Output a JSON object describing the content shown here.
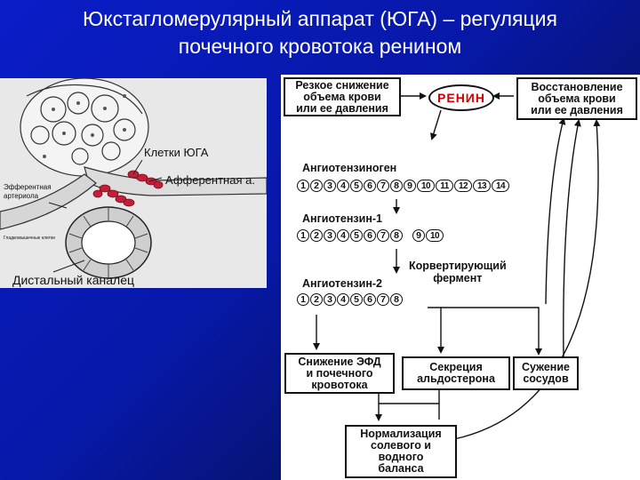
{
  "title": {
    "line1": "Юкстагломерулярный аппарат (ЮГА) – регуляция",
    "line2": "почечного кровотока ренином"
  },
  "histology": {
    "jga_cells": "Клетки ЮГА",
    "afferent": "Афферентная а.",
    "efferent_line1": "Эфферентная",
    "efferent_line2": "артериола",
    "small_caption": "Гладкомышечные клетки",
    "distal": "Дистальный каналец"
  },
  "scheme": {
    "top_left": [
      "Резкое снижение",
      "объема крови",
      "или ее давления"
    ],
    "renin": "РЕНИН",
    "top_right": [
      "Восстановление",
      "объема крови",
      "или ее давления"
    ],
    "angiotensinogen": {
      "label": "Ангиотензиноген",
      "residues": [
        "1",
        "2",
        "3",
        "4",
        "5",
        "6",
        "7",
        "8",
        "9",
        "10",
        "11",
        "12",
        "13",
        "14"
      ]
    },
    "angiotensin1": {
      "label": "Ангиотензин-1",
      "residues": [
        "1",
        "2",
        "3",
        "4",
        "5",
        "6",
        "7",
        "8",
        "9",
        "10"
      ]
    },
    "enzyme": [
      "Корвертирующий",
      "фермент"
    ],
    "angiotensin2": {
      "label": "Ангиотензин-2",
      "residues": [
        "1",
        "2",
        "3",
        "4",
        "5",
        "6",
        "7",
        "8"
      ]
    },
    "effect1": [
      "Снижение ЭФД",
      "и почечного",
      "кровотока"
    ],
    "effect2": [
      "Секреция",
      "альдостерона"
    ],
    "effect3": [
      "Сужение",
      "сосудов"
    ],
    "result": [
      "Нормализация",
      "солевого и",
      "водного",
      "баланса"
    ]
  },
  "colors": {
    "background": "#0a1dc8",
    "renin_text": "#d10000",
    "jga_cells": "#c0203a"
  }
}
